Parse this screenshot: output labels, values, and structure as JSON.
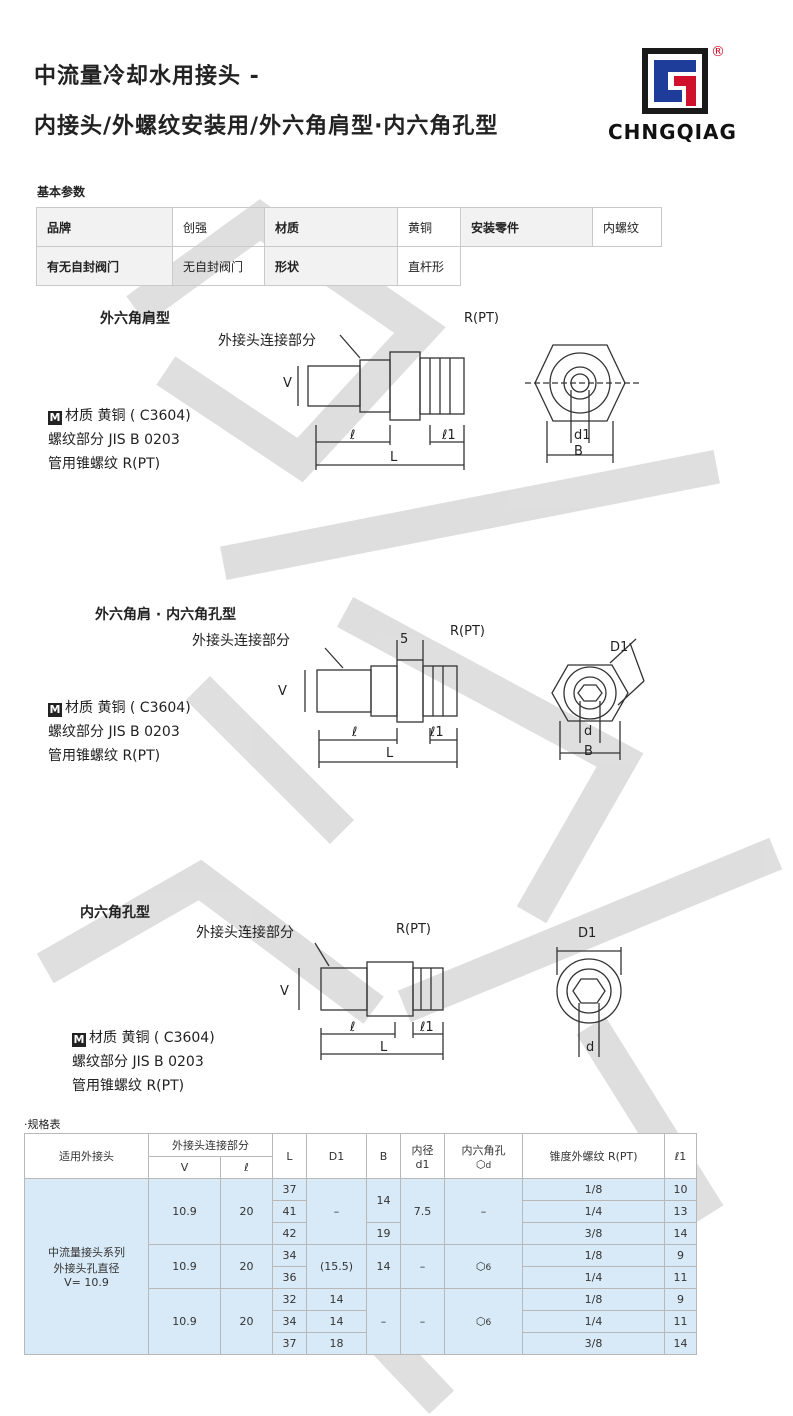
{
  "header": {
    "title_line1": "中流量冷却水用接头 -",
    "title_line2": "内接头/外螺纹安装用/外六角肩型·内六角孔型",
    "brand_name": "CHNGQIAG",
    "reg_mark": "®"
  },
  "basic": {
    "section_title": "基本参数",
    "rows": [
      [
        {
          "k": "品牌",
          "v": "创强"
        },
        {
          "k": "材质",
          "v": "黄铜"
        },
        {
          "k": "安装零件",
          "v": "内螺纹"
        }
      ],
      [
        {
          "k": "有无自封阀门",
          "v": "无自封阀门"
        },
        {
          "k": "形状",
          "v": "直杆形"
        }
      ]
    ]
  },
  "drawings": [
    {
      "caption": "外六角肩型",
      "connector_label": "外接头连接部分",
      "thread_label": "R(PT)",
      "material_mark": "M",
      "material": "材质 黄铜 ( C3604)",
      "thread_std": "螺纹部分 JIS B 0203",
      "pipe_thread": "管用锥螺纹 R(PT)",
      "dims": {
        "v": "V",
        "l": "ℓ",
        "l1": "ℓ1",
        "L": "L",
        "d1": "d1",
        "B": "B"
      }
    },
    {
      "caption": "外六角肩 · 内六角孔型",
      "connector_label": "外接头连接部分",
      "thread_label": "R(PT)",
      "material_mark": "M",
      "material": "材质 黄铜 ( C3604)",
      "thread_std": "螺纹部分 JIS B 0203",
      "pipe_thread": "管用锥螺纹 R(PT)",
      "dims": {
        "v": "V",
        "l": "ℓ",
        "l1": "ℓ1",
        "L": "L",
        "five": "5",
        "D1": "D1",
        "d": "d",
        "B": "B"
      }
    },
    {
      "caption": "内六角孔型",
      "connector_label": "外接头连接部分",
      "thread_label": "R(PT)",
      "material_mark": "M",
      "material": "材质 黄铜 ( C3604)",
      "thread_std": "螺纹部分 JIS B 0203",
      "pipe_thread": "管用锥螺纹 R(PT)",
      "dims": {
        "v": "V",
        "l": "ℓ",
        "l1": "ℓ1",
        "L": "L",
        "D1": "D1",
        "d": "d"
      }
    }
  ],
  "spec": {
    "title": "·规格表",
    "head": {
      "applicable": "适用外接头",
      "conn_part": "外接头连接部分",
      "v": "V",
      "l": "ℓ",
      "L": "L",
      "D1": "D1",
      "B": "B",
      "inner_d1_a": "内径",
      "inner_d1_b": "d1",
      "hex_hole": "内六角孔",
      "hex_sub": "d",
      "taper": "锥度外螺纹 R(PT)",
      "l1": "ℓ1"
    },
    "applicable_text": [
      "中流量接头系列",
      "外接头孔直径",
      "V= 10.9"
    ],
    "hex_six": "6",
    "groups": [
      {
        "v": "10.9",
        "l": "20",
        "rows": [
          {
            "L": "37",
            "taper": "1/8",
            "l1": "10"
          },
          {
            "L": "41",
            "taper": "1/4",
            "l1": "13"
          },
          {
            "L": "42",
            "taper": "3/8",
            "l1": "14"
          }
        ],
        "D1": "–",
        "B_a": "14",
        "B_b": "19",
        "d1": "7.5",
        "hex": "–"
      },
      {
        "v": "10.9",
        "l": "20",
        "rows": [
          {
            "L": "34",
            "taper": "1/8",
            "l1": "9"
          },
          {
            "L": "36",
            "taper": "1/4",
            "l1": "11"
          }
        ],
        "D1": "(15.5)",
        "B": "14",
        "d1": "–"
      },
      {
        "v": "10.9",
        "l": "20",
        "rows": [
          {
            "L": "32",
            "D1": "14",
            "taper": "1/8",
            "l1": "9"
          },
          {
            "L": "34",
            "D1": "14",
            "taper": "1/4",
            "l1": "11"
          },
          {
            "L": "37",
            "D1": "18",
            "taper": "3/8",
            "l1": "14"
          }
        ],
        "B": "–",
        "d1": "–"
      }
    ]
  }
}
